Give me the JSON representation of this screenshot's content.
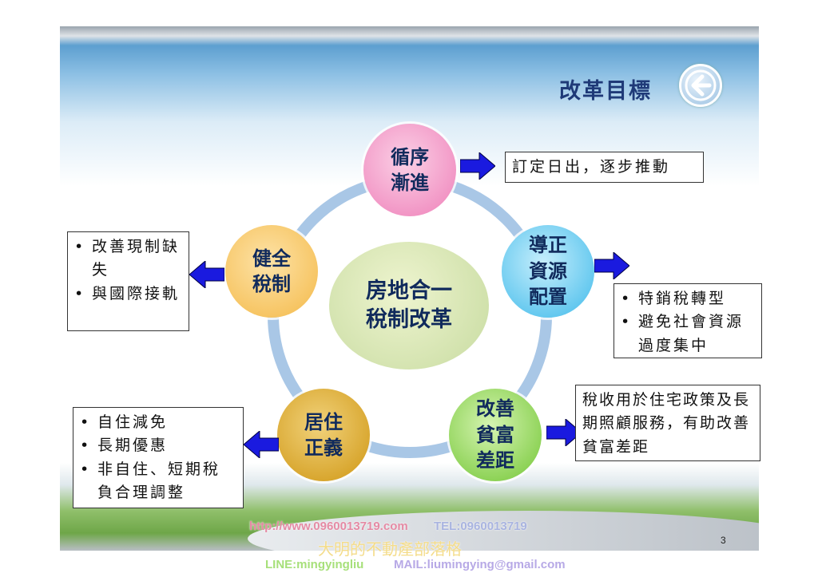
{
  "slide": {
    "title": "改革目標",
    "page_number": "3",
    "back_icon": "back-arrow-icon"
  },
  "center": {
    "line1": "房地合一",
    "line2": "稅制改革"
  },
  "nodes": [
    {
      "line1": "循序",
      "line2": "漸進",
      "color": "#f08cc0"
    },
    {
      "line1": "導正",
      "line2": "資源",
      "line3": "配置",
      "color": "#4cc3ee"
    },
    {
      "line1": "改善",
      "line2": "貧富",
      "line3": "差距",
      "color": "#7fcf3c"
    },
    {
      "line1": "居住",
      "line2": "正義",
      "color": "#d9a21a"
    },
    {
      "line1": "健全",
      "line2": "稅制",
      "color": "#f6c35a"
    }
  ],
  "boxes": {
    "gradual": "訂定日出，逐步推動",
    "resources": [
      "特銷稅轉型",
      "避免社會資源過度集中"
    ],
    "wealth_gap": "稅收用於住宅政策及長期照顧服務，有助改善貧富差距",
    "housing": [
      "自住減免",
      "長期優惠",
      "非自住、短期稅負合理調整"
    ],
    "tax_system": [
      "改善現制缺失",
      "與國際接軌"
    ]
  },
  "footer": {
    "url": "http://www.0960013719.com",
    "tel": "TEL:0960013719",
    "blog": "大明的不動產部落格",
    "line": "LINE:mingyingliu",
    "mail": "MAIL:liumingying@gmail.com"
  }
}
